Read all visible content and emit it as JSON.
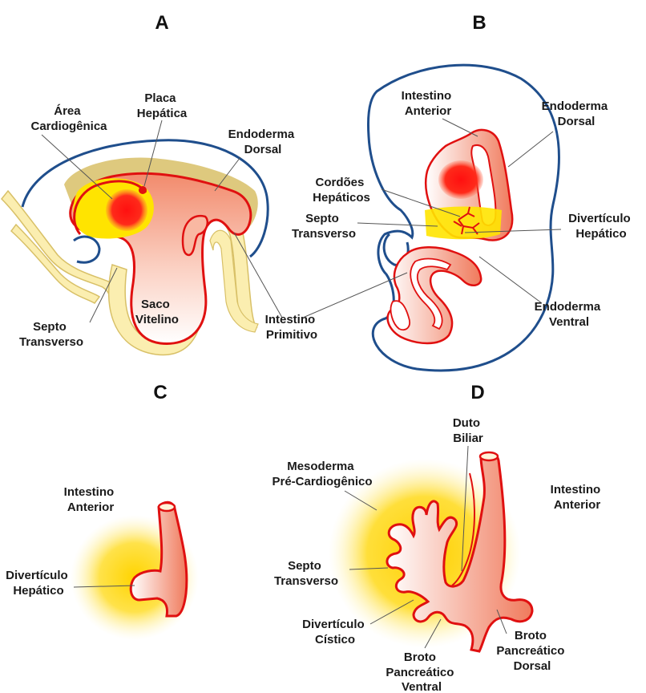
{
  "panels": {
    "a": "A",
    "b": "B",
    "c": "C",
    "d": "D"
  },
  "labels_a": {
    "area_cardiogenica": [
      "Área",
      "Cardiogênica"
    ],
    "placa_hepatica": [
      "Placa",
      "Hepática"
    ],
    "endoderma_dorsal": [
      "Endoderma",
      "Dorsal"
    ],
    "septo_transverso": [
      "Septo",
      "Transverso"
    ],
    "saco_vitelino": [
      "Saco",
      "Vitelino"
    ],
    "intestino_primitivo": [
      "Intestino",
      "Primitivo"
    ]
  },
  "labels_b": {
    "intestino_anterior": [
      "Intestino",
      "Anterior"
    ],
    "endoderma_dorsal": [
      "Endoderma",
      "Dorsal"
    ],
    "cordoes_hepaticos": [
      "Cordões",
      "Hepáticos"
    ],
    "septo_transverso": [
      "Septo",
      "Transverso"
    ],
    "diverticulo_hepatico": [
      "Divertículo",
      "Hepático"
    ],
    "endoderma_ventral": [
      "Endoderma",
      "Ventral"
    ]
  },
  "labels_c": {
    "intestino_anterior": [
      "Intestino",
      "Anterior"
    ],
    "diverticulo_hepatico": [
      "Divertículo",
      "Hepático"
    ]
  },
  "labels_d": {
    "duto_biliar": [
      "Duto",
      "Biliar"
    ],
    "mesoderma_pre_cardiogenico": [
      "Mesoderma",
      "Pré-Cardiogênico"
    ],
    "intestino_anterior": [
      "Intestino",
      "Anterior"
    ],
    "septo_transverso": [
      "Septo",
      "Transverso"
    ],
    "diverticulo_cistico": [
      "Divertículo",
      "Cístico"
    ],
    "broto_pancreatico_dorsal": [
      "Broto",
      "Pancreático",
      "Dorsal"
    ],
    "broto_pancreatico_ventral": [
      "Broto",
      "Pancreático",
      "Ventral"
    ]
  },
  "colors": {
    "ectoderm_outline": "#1f4e8c",
    "endoderm_outline": "#e01010",
    "cardiac_red": "#ff1a1a",
    "septum_yellow": "#ffe400",
    "mesoderm_tan": "#d8c067",
    "yolk_cream": "#fbeeb0"
  }
}
